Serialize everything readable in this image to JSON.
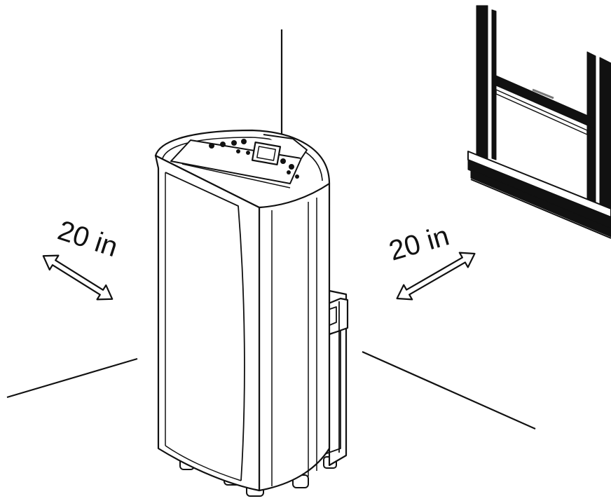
{
  "labels": {
    "left_clearance": "20 in",
    "right_clearance": "20 in"
  },
  "icons": {
    "left_arrow": "double-arrow-icon",
    "right_arrow": "double-arrow-icon",
    "unit": "portable-air-conditioner",
    "window": "window-frame"
  },
  "colors": {
    "stroke": "#111111",
    "fill": "#ffffff",
    "arrow_fill": "#ffffff"
  }
}
